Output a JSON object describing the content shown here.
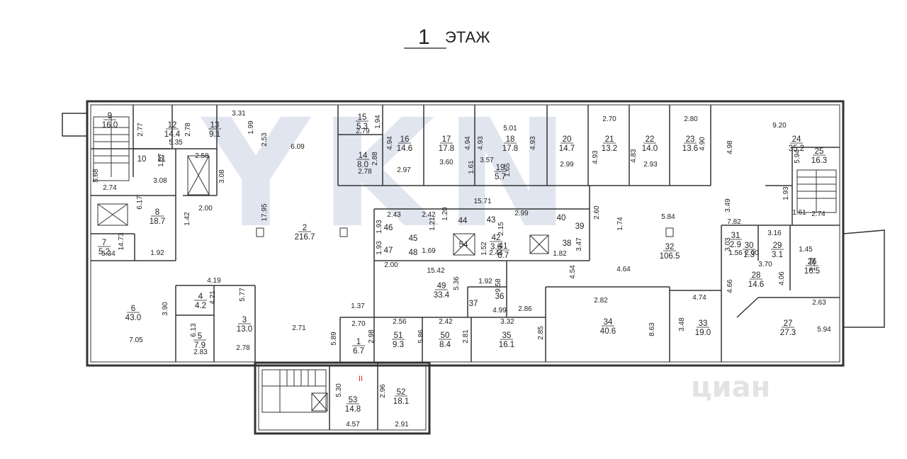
{
  "title": {
    "number": "1",
    "word": "ЭТАЖ"
  },
  "watermark": "YKN",
  "watermark_small": "циан",
  "stair_mark": "II",
  "rooms": [
    {
      "num": "9",
      "area": "16.0"
    },
    {
      "num": "12",
      "area": "14.4"
    },
    {
      "num": "13",
      "area": "9.1"
    },
    {
      "num": "15",
      "area": "5.3"
    },
    {
      "num": "14",
      "area": "8.0"
    },
    {
      "num": "16",
      "area": "14.6"
    },
    {
      "num": "17",
      "area": "17.8"
    },
    {
      "num": "18",
      "area": "17.8"
    },
    {
      "num": "19",
      "area": "5.7"
    },
    {
      "num": "20",
      "area": "14.7"
    },
    {
      "num": "21",
      "area": "13.2"
    },
    {
      "num": "22",
      "area": "14.0"
    },
    {
      "num": "23",
      "area": "13.6"
    },
    {
      "num": "24",
      "area": "35.2"
    },
    {
      "num": "25",
      "area": "16.3"
    },
    {
      "num": "10",
      "area": ""
    },
    {
      "num": "11",
      "area": ""
    },
    {
      "num": "8",
      "area": "18.7"
    },
    {
      "num": "2",
      "area": "216.7"
    },
    {
      "num": "7",
      "area": "5.2"
    },
    {
      "num": "46",
      "area": ""
    },
    {
      "num": "45",
      "area": ""
    },
    {
      "num": "44",
      "area": ""
    },
    {
      "num": "43",
      "area": ""
    },
    {
      "num": "40",
      "area": ""
    },
    {
      "num": "39",
      "area": ""
    },
    {
      "num": "47",
      "area": ""
    },
    {
      "num": "48",
      "area": ""
    },
    {
      "num": "54",
      "area": ""
    },
    {
      "num": "42",
      "area": "3.6"
    },
    {
      "num": "41",
      "area": "6.7"
    },
    {
      "num": "38",
      "area": ""
    },
    {
      "num": "32",
      "area": "106.5"
    },
    {
      "num": "31",
      "area": "2.9"
    },
    {
      "num": "30",
      "area": "1.3"
    },
    {
      "num": "29",
      "area": "3.1"
    },
    {
      "num": "26",
      "area": "16.5"
    },
    {
      "num": "28",
      "area": "14.6"
    },
    {
      "num": "6",
      "area": "43.0"
    },
    {
      "num": "4",
      "area": "4.2"
    },
    {
      "num": "3",
      "area": "13.0"
    },
    {
      "num": "5",
      "area": "7.9"
    },
    {
      "num": "49",
      "area": "33.4"
    },
    {
      "num": "37",
      "area": ""
    },
    {
      "num": "36",
      "area": ""
    },
    {
      "num": "1",
      "area": "6.7"
    },
    {
      "num": "51",
      "area": "9.3"
    },
    {
      "num": "50",
      "area": "8.4"
    },
    {
      "num": "35",
      "area": "16.1"
    },
    {
      "num": "34",
      "area": "40.6"
    },
    {
      "num": "33",
      "area": "19.0"
    },
    {
      "num": "27",
      "area": "27.3"
    },
    {
      "num": "53",
      "area": "14.8"
    },
    {
      "num": "52",
      "area": "18.1"
    }
  ],
  "dimensions": [
    "3.31",
    "2.77",
    "2.78",
    "5.35",
    "1.99",
    "2.53",
    "6.09",
    "2.79",
    "1.94",
    "4.94",
    "2.88",
    "4.94",
    "4.93",
    "5.01",
    "4.93",
    "2.70",
    "4.93",
    "4.83",
    "2.80",
    "4.90",
    "9.20",
    "4.98",
    "1.57",
    "2.58",
    "3.08",
    "3.08",
    "2.78",
    "2.97",
    "3.60",
    "1.61",
    "3.57",
    "1.65",
    "2.99",
    "2.93",
    "5.94",
    "5.68",
    "2.74",
    "6.17",
    "1.42",
    "2.00",
    "17.95",
    "15.71",
    "1.93",
    "3.49",
    "1.61",
    "2.74",
    "2.43",
    "2.42",
    "1.93",
    "1.21",
    "2.99",
    "1.20",
    "1.93",
    "1.69",
    "1.52",
    "2.44",
    "2.15",
    "1.82",
    "3.47",
    "2.60",
    "1.74",
    "5.84",
    "7.82",
    "14.73",
    "5.34",
    "1.92",
    "3.16",
    "3.03",
    "1.56",
    "2.00",
    "1.45",
    "1.32",
    "3.70",
    "4.54",
    "4.64",
    "2.00",
    "15.42",
    "5.36",
    "9.58",
    "4.19",
    "4.21",
    "5.77",
    "1.92",
    "4.99",
    "2.86",
    "1.37",
    "2.70",
    "2.56",
    "2.42",
    "3.32",
    "2.98",
    "5.86",
    "2.81",
    "2.85",
    "2.82",
    "8.63",
    "4.74",
    "3.48",
    "4.66",
    "4.06",
    "2.63",
    "5.94",
    "3.90",
    "7.05",
    "6.13",
    "2.83",
    "2.78",
    "2.71",
    "5.89",
    "2.96",
    "5.30",
    "4.57",
    "2.91",
    "3.46"
  ]
}
